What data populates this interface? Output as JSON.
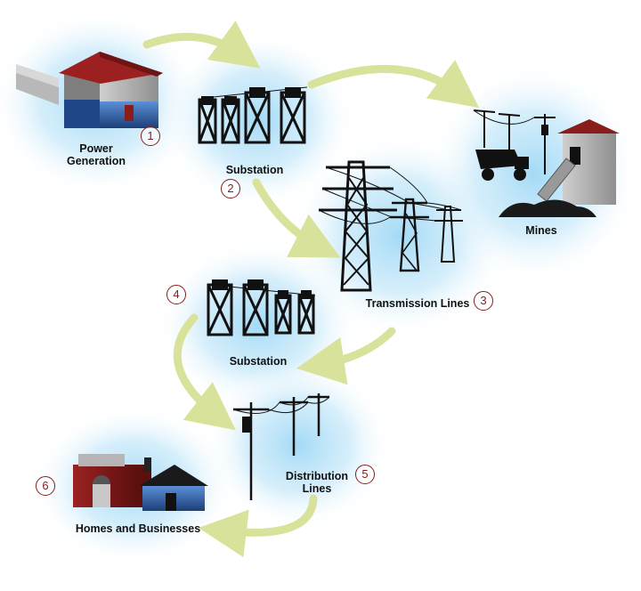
{
  "stages": {
    "power_generation": {
      "label_line1": "Power",
      "label_line2": "Generation",
      "step": "1"
    },
    "substation_1": {
      "label": "Substation",
      "step": "2"
    },
    "transmission_lines": {
      "label": "Transmission Lines",
      "step": "3"
    },
    "substation_2": {
      "label": "Substation",
      "step": "4"
    },
    "distribution_lines": {
      "label_line1": "Distribution",
      "label_line2": "Lines",
      "step": "5"
    },
    "homes_businesses": {
      "label": "Homes and Businesses",
      "step": "6"
    },
    "mines": {
      "label": "Mines"
    }
  },
  "colors": {
    "glow": "#9fd8f5",
    "arrow": "#d9e29a",
    "step_circle": "#8a1a1a",
    "roof": "#8b1c1c",
    "building_blue": "#2a5ea8",
    "brick": "#7a1616",
    "structure": "#111111"
  },
  "icons": [
    "power-plant-icon",
    "substation-icon",
    "transmission-tower-icon",
    "mine-icon",
    "dump-truck-icon",
    "utility-pole-icon",
    "house-icon",
    "factory-icon",
    "flow-arrow-icon"
  ]
}
